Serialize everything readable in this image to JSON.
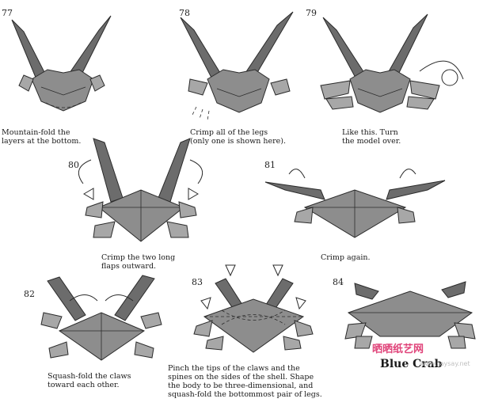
{
  "steps": [
    {
      "number": "77",
      "caption": "Mountain-fold the\nlayers at the bottom."
    },
    {
      "number": "78",
      "caption": "Crimp all of the legs\n(only one is shown here)."
    },
    {
      "number": "79",
      "caption": "Like this. Turn\nthe model over."
    },
    {
      "number": "80",
      "caption": "Crimp the two long\nflaps outward."
    },
    {
      "number": "81",
      "caption": "Crimp again."
    },
    {
      "number": "82",
      "caption": "Squash-fold the claws\ntoward each other."
    },
    {
      "number": "83",
      "caption": "Pinch the tips of the claws and the\nspines on the sides of the shell. Shape\nthe body to be three-dimensional, and\nsquash-fold the bottommost pair of legs."
    },
    {
      "number": "84",
      "caption": ""
    }
  ],
  "final_title": "Blue Crab",
  "watermark": {
    "chinese": "晒晒纸艺网",
    "url": "www.saysay.net"
  },
  "colors": {
    "paper": "#8d8d8d",
    "ink": "#2b2b2b",
    "watermark": "#e0447a"
  }
}
